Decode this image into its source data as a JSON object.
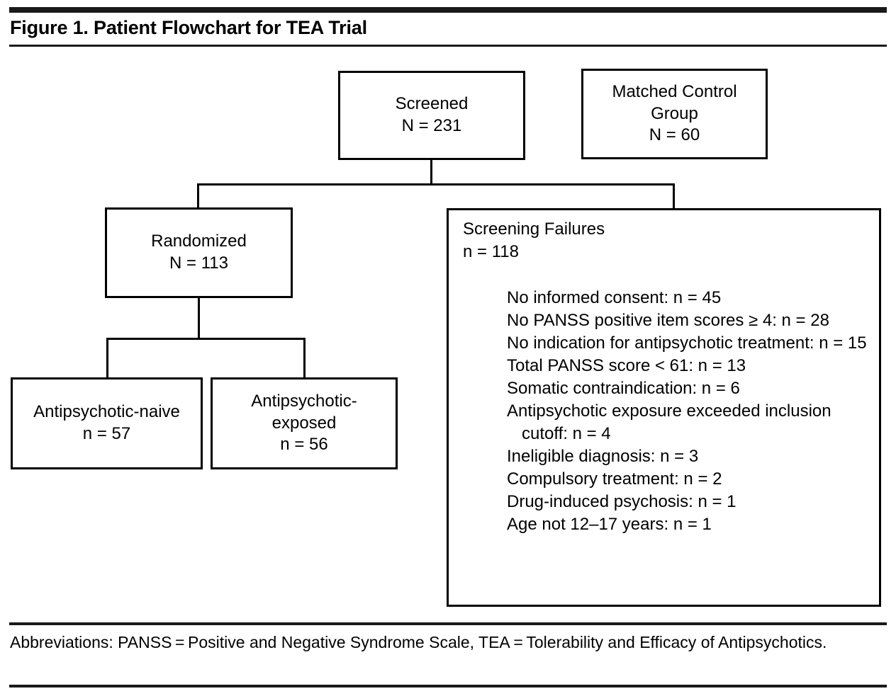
{
  "figure": {
    "title": "Figure 1. Patient Flowchart for TEA Trial",
    "footnote": "Abbreviations: PANSS = Positive and Negative Syndrome Scale, TEA = Tolerability and Efficacy of Antipsychotics."
  },
  "colors": {
    "ink": "#000000",
    "rule": "#1a1a1a",
    "background": "#ffffff"
  },
  "boxes": {
    "screened": {
      "label": "Screened",
      "count": "N = 231"
    },
    "matched_control": {
      "label_line1": "Matched Control",
      "label_line2": "Group",
      "count": "N = 60"
    },
    "randomized": {
      "label": "Randomized",
      "count": "N = 113"
    },
    "antipsychotic_naive": {
      "label": "Antipsychotic-naive",
      "count": "n = 57"
    },
    "antipsychotic_exposed": {
      "label_line1": "Antipsychotic-",
      "label_line2": "exposed",
      "count": "n = 56"
    },
    "screening_failures": {
      "label": "Screening Failures",
      "count": "n = 118",
      "reasons": [
        "No informed consent: n = 45",
        "No PANSS positive item scores ≥ 4: n = 28",
        "No indication for antipsychotic treatment: n = 15",
        "Total PANSS score < 61: n = 13",
        "Somatic contraindication: n = 6",
        "Antipsychotic exposure exceeded inclusion cutoff: n = 4",
        "Ineligible diagnosis: n = 3",
        "Compulsory treatment: n = 2",
        "Drug-induced psychosis: n = 1",
        "Age not 12–17 years: n = 1"
      ]
    }
  },
  "chart_data": {
    "type": "diagram",
    "title": "Figure 1. Patient Flowchart for TEA Trial",
    "nodes": [
      {
        "id": "screened",
        "label": "Screened",
        "value": 231,
        "value_label": "N = 231"
      },
      {
        "id": "matched_control",
        "label": "Matched Control Group",
        "value": 60,
        "value_label": "N = 60"
      },
      {
        "id": "randomized",
        "label": "Randomized",
        "value": 113,
        "value_label": "N = 113"
      },
      {
        "id": "screening_failures",
        "label": "Screening Failures",
        "value": 118,
        "value_label": "n = 118"
      },
      {
        "id": "antipsychotic_naive",
        "label": "Antipsychotic-naive",
        "value": 57,
        "value_label": "n = 57"
      },
      {
        "id": "antipsychotic_exposed",
        "label": "Antipsychotic-exposed",
        "value": 56,
        "value_label": "n = 56"
      }
    ],
    "edges": [
      {
        "from": "screened",
        "to": "randomized"
      },
      {
        "from": "screened",
        "to": "screening_failures"
      },
      {
        "from": "randomized",
        "to": "antipsychotic_naive"
      },
      {
        "from": "randomized",
        "to": "antipsychotic_exposed"
      }
    ],
    "screening_failure_reasons": [
      {
        "reason": "No informed consent",
        "n": 45
      },
      {
        "reason": "No PANSS positive item scores ≥ 4",
        "n": 28
      },
      {
        "reason": "No indication for antipsychotic treatment",
        "n": 15
      },
      {
        "reason": "Total PANSS score < 61",
        "n": 13
      },
      {
        "reason": "Somatic contraindication",
        "n": 6
      },
      {
        "reason": "Antipsychotic exposure exceeded inclusion cutoff",
        "n": 4
      },
      {
        "reason": "Ineligible diagnosis",
        "n": 3
      },
      {
        "reason": "Compulsory treatment",
        "n": 2
      },
      {
        "reason": "Drug-induced psychosis",
        "n": 1
      },
      {
        "reason": "Age not 12–17 years",
        "n": 1
      }
    ]
  }
}
